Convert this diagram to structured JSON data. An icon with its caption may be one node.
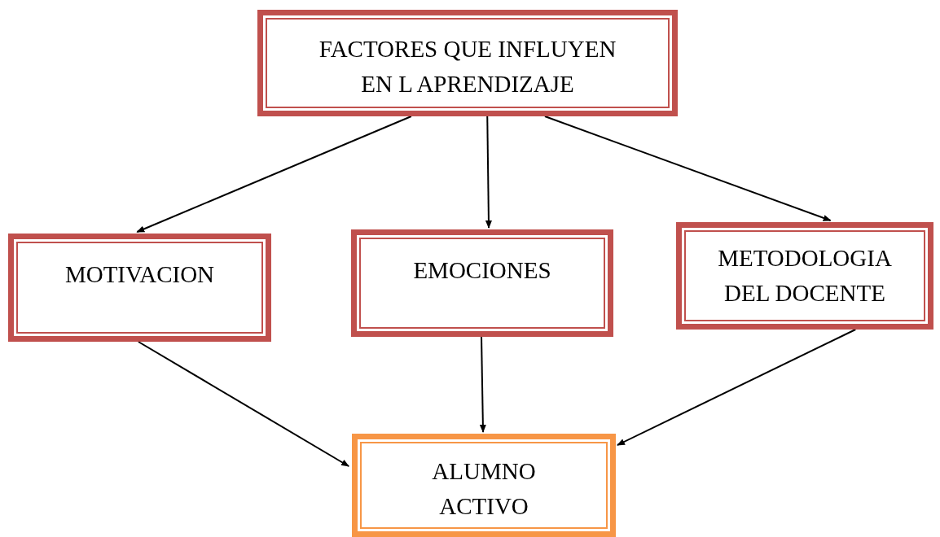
{
  "diagram": {
    "nodes": [
      {
        "text": [
          "FACTORES QUE INFLUYEN EN L APRENDIZAJE"
        ]
      },
      {
        "text": [
          "MOTIVACION"
        ]
      },
      {
        "text": [
          "EMOCIONES"
        ]
      },
      {
        "text": [
          "METODOLOGIA DEL DOCENTE"
        ]
      },
      {
        "text": [
          "ALUMNO ACTIVO"
        ]
      }
    ],
    "edges": [
      {
        "from": 0,
        "to": 1,
        "arrow": "to"
      },
      {
        "from": 0,
        "to": 2,
        "arrow": "to"
      },
      {
        "from": 0,
        "to": 3,
        "arrow": "to"
      },
      {
        "from": 1,
        "to": 4,
        "arrow": "to"
      },
      {
        "from": 2,
        "to": 4,
        "arrow": "to"
      },
      {
        "from": 3,
        "to": 4,
        "arrow": "to"
      }
    ]
  }
}
